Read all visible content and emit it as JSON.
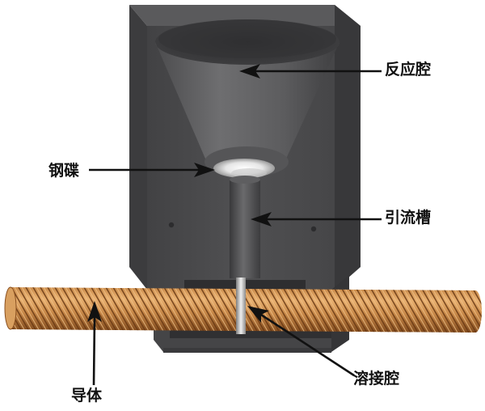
{
  "labels": {
    "reaction_chamber": "反应腔",
    "steel_disc": "钢碟",
    "tap_channel": "引流槽",
    "weld_cavity": "溶接腔",
    "conductor": "导体"
  },
  "colors": {
    "mold_front": "#4a4a4c",
    "mold_side": "#38383a",
    "mold_top": "#5a5a5c",
    "copper_light": "#e0a868",
    "copper_dark": "#7a4416",
    "arrow": "#111111"
  }
}
